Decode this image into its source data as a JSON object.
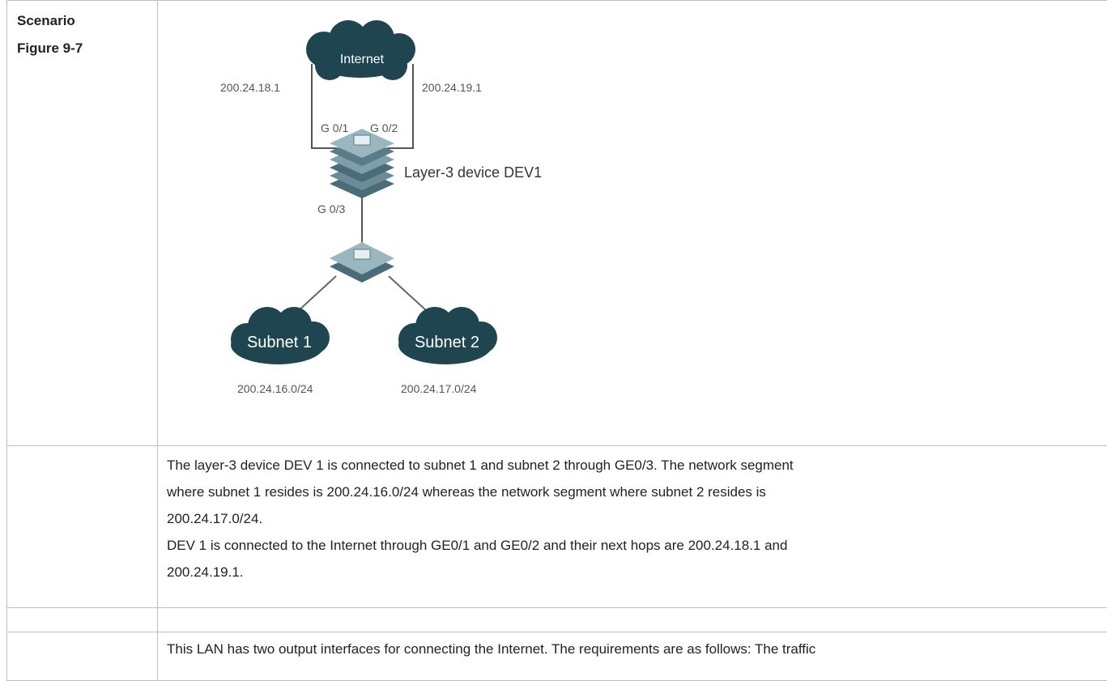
{
  "table": {
    "labels": {
      "scenario": "Scenario",
      "figure": "Figure 9-7"
    },
    "diagram": {
      "internet": "Internet",
      "ip_left": "200.24.18.1",
      "ip_right": "200.24.19.1",
      "port_g01": "G 0/1",
      "port_g02": "G 0/2",
      "port_g03": "G 0/3",
      "device": "Layer-3 device DEV1",
      "subnet1": "Subnet 1",
      "subnet2": "Subnet 2",
      "subnet1_ip": "200.24.16.0/24",
      "subnet2_ip": "200.24.17.0/24"
    },
    "description": {
      "line1": "The layer-3 device DEV 1 is connected to subnet 1 and subnet 2 through GE0/3. The network segment",
      "line2": "where subnet 1 resides is 200.24.16.0/24 whereas the network segment where subnet 2 resides is",
      "line3": "200.24.17.0/24.",
      "line4": "DEV 1 is connected to the Internet through GE0/1 and GE0/2 and their next hops are 200.24.18.1 and",
      "line5": "200.24.19.1."
    },
    "requirements": {
      "line1": "This LAN has two output interfaces for connecting the Internet. The requirements are as follows: The traffic"
    }
  }
}
